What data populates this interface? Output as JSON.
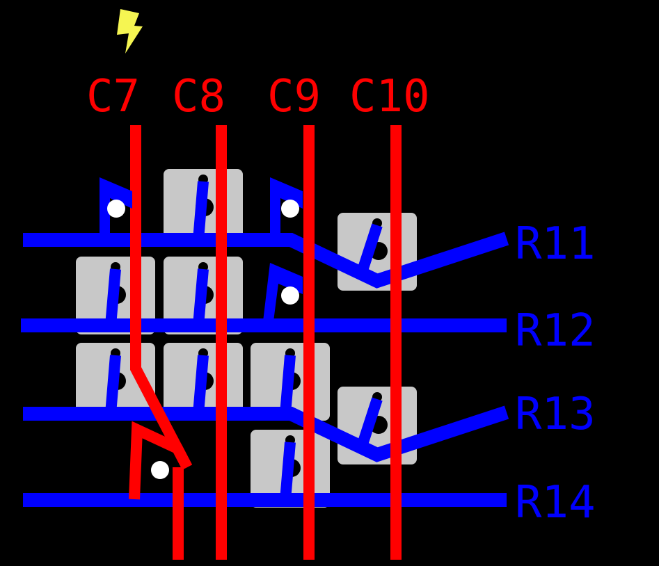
{
  "diagram": {
    "title": "Keyboard matrix wiring",
    "colors": {
      "background": "#000000",
      "column_trace": "#ff0000",
      "row_trace": "#0000ff",
      "switch_pad": "#c8c8c8",
      "unpopulated_dot": "#ffffff",
      "lightning": "#f5f552"
    },
    "columns": [
      {
        "id": "C7",
        "label": "C7"
      },
      {
        "id": "C8",
        "label": "C8"
      },
      {
        "id": "C9",
        "label": "C9"
      },
      {
        "id": "C10",
        "label": "C10"
      }
    ],
    "rows": [
      {
        "id": "R11",
        "label": "R11"
      },
      {
        "id": "R12",
        "label": "R12"
      },
      {
        "id": "R13",
        "label": "R13"
      },
      {
        "id": "R14",
        "label": "R14"
      }
    ],
    "switches": [
      {
        "row": "R11",
        "col": "C8",
        "populated": true
      },
      {
        "row": "R11",
        "col": "C10",
        "populated": true
      },
      {
        "row": "R12",
        "col": "C7",
        "populated": true
      },
      {
        "row": "R12",
        "col": "C8",
        "populated": true
      },
      {
        "row": "R13",
        "col": "C7",
        "populated": true
      },
      {
        "row": "R13",
        "col": "C8",
        "populated": true
      },
      {
        "row": "R13",
        "col": "C9",
        "populated": true
      },
      {
        "row": "R13",
        "col": "C10",
        "populated": true
      },
      {
        "row": "R14",
        "col": "C9",
        "populated": true
      }
    ],
    "unpopulated_positions": [
      {
        "row": "R11",
        "col": "C7",
        "wire": "row"
      },
      {
        "row": "R11",
        "col": "C9",
        "wire": "row"
      },
      {
        "row": "R12",
        "col": "C9",
        "wire": "row"
      },
      {
        "row": "R14",
        "col": "C7",
        "wire": "column"
      }
    ],
    "marker": {
      "icon": "lightning-bolt-icon",
      "column": "C7"
    }
  }
}
